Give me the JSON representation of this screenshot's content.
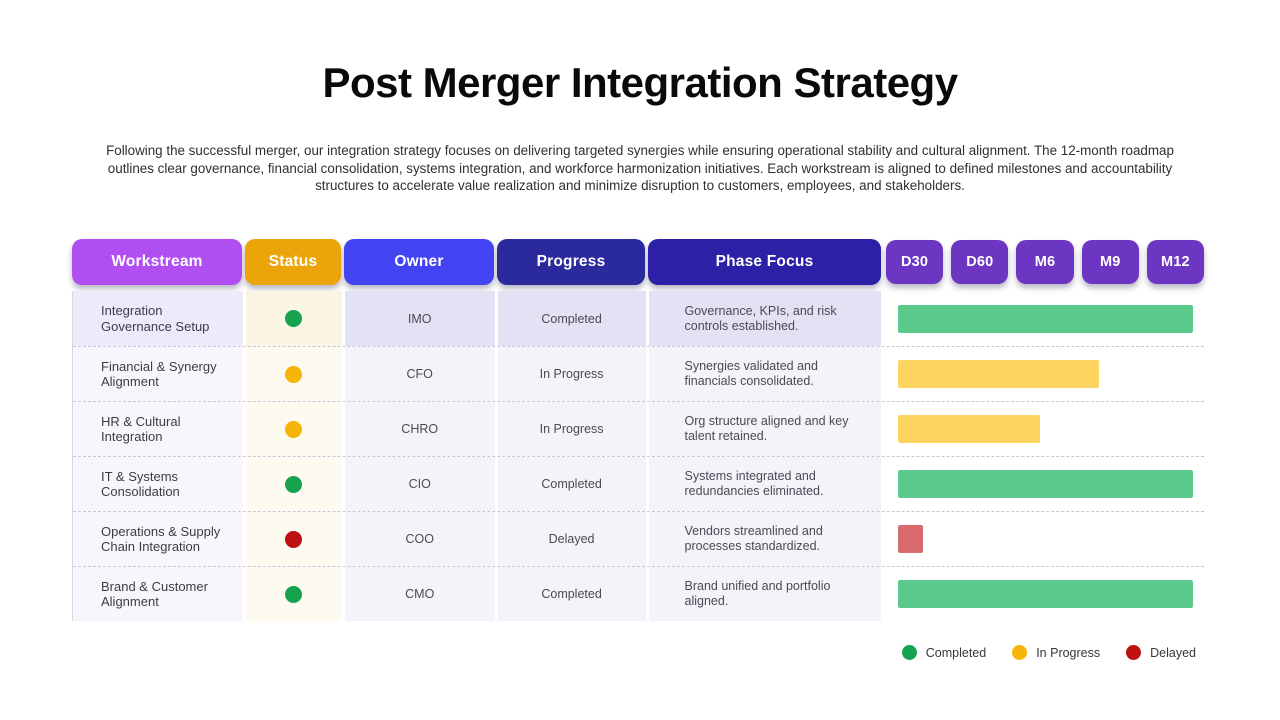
{
  "page": {
    "title": "Post Merger Integration Strategy",
    "description": "Following the successful merger, our integration strategy focuses on delivering targeted synergies while ensuring operational stability and cultural alignment. The 12-month roadmap outlines clear governance, financial consolidation, systems integration, and workforce harmonization initiatives. Each workstream is aligned to defined milestones and accountability structures to accelerate value realization and minimize disruption to customers, employees, and stakeholders."
  },
  "table": {
    "columns": [
      {
        "label": "Workstream",
        "bg": "#B04EF2"
      },
      {
        "label": "Status",
        "bg": "#EBA40A"
      },
      {
        "label": "Owner",
        "bg": "#4244F2"
      },
      {
        "label": "Progress",
        "bg": "#2B2A9C"
      },
      {
        "label": "Phase Focus",
        "bg": "#2C20A6"
      }
    ],
    "milestone_columns": [
      {
        "label": "D30",
        "bg": "#6C36C3"
      },
      {
        "label": "D60",
        "bg": "#6C36C3"
      },
      {
        "label": "M6",
        "bg": "#6C36C3"
      },
      {
        "label": "M9",
        "bg": "#6C36C3"
      },
      {
        "label": "M12",
        "bg": "#6C36C3"
      }
    ],
    "rows": [
      {
        "workstream": "Integration Governance Setup",
        "status": "Completed",
        "status_color": "#16A34F",
        "owner": "IMO",
        "progress": "Completed",
        "phase": "Governance, KPIs, and risk controls established.",
        "bar_color": "#5BC98C",
        "bar_pct": 100
      },
      {
        "workstream": "Financial & Synergy Alignment",
        "status": "In Progress",
        "status_color": "#F7B409",
        "owner": "CFO",
        "progress": "In Progress",
        "phase": "Synergies validated and financials consolidated.",
        "bar_color": "#FCD45F",
        "bar_pct": 68
      },
      {
        "workstream": "HR & Cultural Integration",
        "status": "In Progress",
        "status_color": "#F7B409",
        "owner": "CHRO",
        "progress": "In Progress",
        "phase": "Org structure aligned and key talent retained.",
        "bar_color": "#FCD45F",
        "bar_pct": 48
      },
      {
        "workstream": "IT & Systems Consolidation",
        "status": "Completed",
        "status_color": "#16A34F",
        "owner": "CIO",
        "progress": "Completed",
        "phase": "Systems integrated and redundancies eliminated.",
        "bar_color": "#5BC98C",
        "bar_pct": 100
      },
      {
        "workstream": "Operations & Supply Chain Integration",
        "status": "Delayed",
        "status_color": "#BE1111",
        "owner": "COO",
        "progress": "Delayed",
        "phase": "Vendors streamlined and processes standardized.",
        "bar_color": "#D96B6D",
        "bar_pct": 8.5
      },
      {
        "workstream": "Brand & Customer Alignment",
        "status": "Completed",
        "status_color": "#16A34F",
        "owner": "CMO",
        "progress": "Completed",
        "phase": "Brand unified and portfolio aligned.",
        "bar_color": "#5BC98C",
        "bar_pct": 100
      }
    ]
  },
  "legend": [
    {
      "label": "Completed",
      "color": "#16A34F"
    },
    {
      "label": "In Progress",
      "color": "#F7B409"
    },
    {
      "label": "Delayed",
      "color": "#BE1111"
    }
  ],
  "chart_data": {
    "type": "table",
    "subtype": "gantt-roadmap",
    "title": "Post Merger Integration Strategy",
    "columns": [
      "Workstream",
      "Status",
      "Owner",
      "Progress",
      "Phase Focus",
      "D30",
      "D60",
      "M6",
      "M9",
      "M12"
    ],
    "timeline_milestones": [
      "D30",
      "D60",
      "M6",
      "M9",
      "M12"
    ],
    "rows": [
      {
        "workstream": "Integration Governance Setup",
        "status": "Completed",
        "owner": "IMO",
        "progress": "Completed",
        "phase_focus": "Governance, KPIs, and risk controls established.",
        "timeline_fill_pct": 100
      },
      {
        "workstream": "Financial & Synergy Alignment",
        "status": "In Progress",
        "owner": "CFO",
        "progress": "In Progress",
        "phase_focus": "Synergies validated and financials consolidated.",
        "timeline_fill_pct": 68
      },
      {
        "workstream": "HR & Cultural Integration",
        "status": "In Progress",
        "owner": "CHRO",
        "progress": "In Progress",
        "phase_focus": "Org structure aligned and key talent retained.",
        "timeline_fill_pct": 48
      },
      {
        "workstream": "IT & Systems Consolidation",
        "status": "Completed",
        "owner": "CIO",
        "progress": "Completed",
        "phase_focus": "Systems integrated and redundancies eliminated.",
        "timeline_fill_pct": 100
      },
      {
        "workstream": "Operations & Supply Chain Integration",
        "status": "Delayed",
        "owner": "COO",
        "progress": "Delayed",
        "phase_focus": "Vendors streamlined and processes standardized.",
        "timeline_fill_pct": 8.5
      },
      {
        "workstream": "Brand & Customer Alignment",
        "status": "Completed",
        "owner": "CMO",
        "progress": "Completed",
        "phase_focus": "Brand unified and portfolio aligned.",
        "timeline_fill_pct": 100
      }
    ],
    "legend": [
      "Completed",
      "In Progress",
      "Delayed"
    ],
    "layout": {
      "legend_position": "bottom-right",
      "grid": "dashed row separators",
      "bar_track": "white"
    }
  }
}
